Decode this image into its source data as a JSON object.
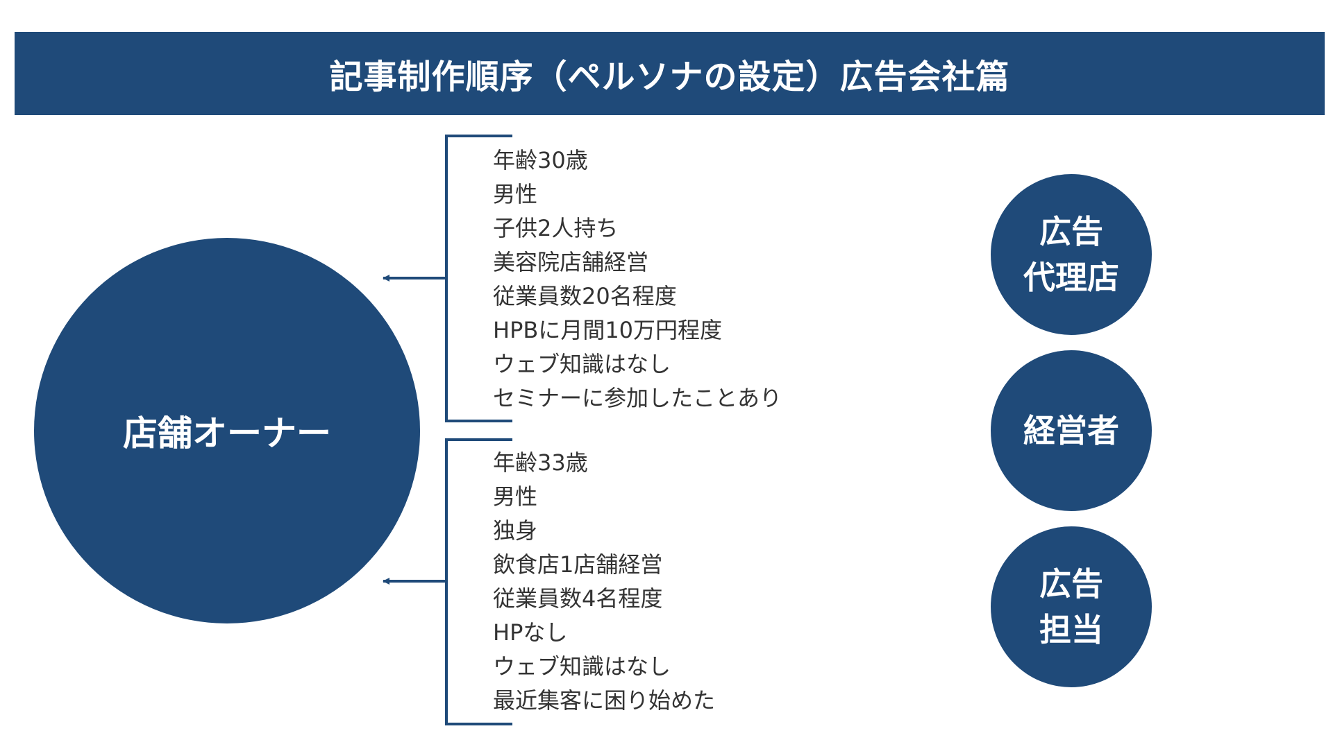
{
  "title": "記事制作順序（ペルソナの設定）広告会社篇",
  "colors": {
    "primary": "#1f4a79",
    "text": "#333333",
    "background": "#ffffff"
  },
  "main_node": {
    "label": "店舗オーナー"
  },
  "personas": [
    {
      "attributes": [
        "年齢30歳",
        "男性",
        "子供2人持ち",
        "美容院店舗経営",
        "従業員数20名程度",
        "HPBに月間10万円程度",
        "ウェブ知識はなし",
        "セミナーに参加したことあり"
      ]
    },
    {
      "attributes": [
        "年齢33歳",
        "男性",
        "独身",
        "飲食店1店舗経営",
        "従業員数4名程度",
        "HPなし",
        "ウェブ知識はなし",
        "最近集客に困り始めた"
      ]
    }
  ],
  "side_nodes": [
    {
      "label": "広告\n代理店"
    },
    {
      "label": "経営者"
    },
    {
      "label": "広告\n担当"
    }
  ]
}
